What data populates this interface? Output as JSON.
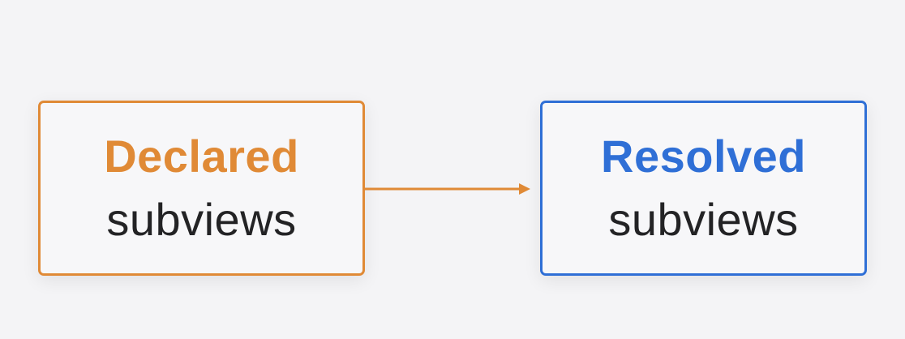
{
  "nodes": [
    {
      "title": "Declared",
      "subtitle": "subviews",
      "color": "#e08a36"
    },
    {
      "title": "Resolved",
      "subtitle": "subviews",
      "color": "#2f6fd6"
    }
  ],
  "edge": {
    "color": "#e08a36"
  }
}
